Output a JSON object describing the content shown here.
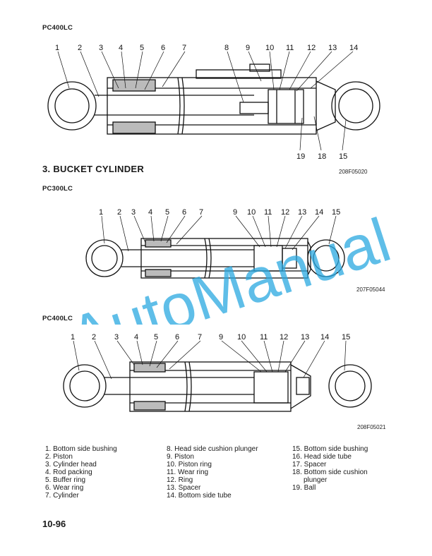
{
  "page": {
    "top_model": "PC400LC",
    "section_title": "3.  BUCKET CYLINDER",
    "page_number": "10-96",
    "watermark_text": "AutoManual"
  },
  "figures": [
    {
      "model": "",
      "code": "208F05020",
      "callouts_top": [
        "1",
        "2",
        "3",
        "4",
        "5",
        "6",
        "7",
        "8",
        "9",
        "10",
        "11",
        "12",
        "13",
        "14"
      ],
      "callouts_bottom": [
        "19",
        "18",
        "15"
      ]
    },
    {
      "model": "PC300LC",
      "code": "207F05044",
      "callouts_top": [
        "1",
        "2",
        "3",
        "4",
        "5",
        "6",
        "7",
        "9",
        "10",
        "11",
        "12",
        "13",
        "14",
        "15"
      ],
      "callouts_bottom": []
    },
    {
      "model": "PC400LC",
      "code": "208F05021",
      "callouts_top": [
        "1",
        "2",
        "3",
        "4",
        "5",
        "6",
        "7",
        "9",
        "10",
        "11",
        "12",
        "13",
        "14",
        "15"
      ],
      "callouts_bottom": []
    }
  ],
  "legend": {
    "col1": [
      "1. Bottom side bushing",
      "2. Piston",
      "3. Cylinder head",
      "4. Rod packing",
      "5. Buffer ring",
      "6. Wear ring",
      "7. Cylinder"
    ],
    "col2": [
      "8. Head side cushion plunger",
      "9. Piston",
      "10. Piston ring",
      "11. Wear ring",
      "12. Ring",
      "13. Spacer",
      "14. Bottom side tube"
    ],
    "col3": [
      "15. Bottom side bushing",
      "16. Head side tube",
      "17. Spacer",
      "18. Bottom     side     cushion",
      "plunger",
      "19. Ball"
    ]
  },
  "colors": {
    "ink": "#1a1a1a",
    "watermark": "#29a8e0"
  }
}
